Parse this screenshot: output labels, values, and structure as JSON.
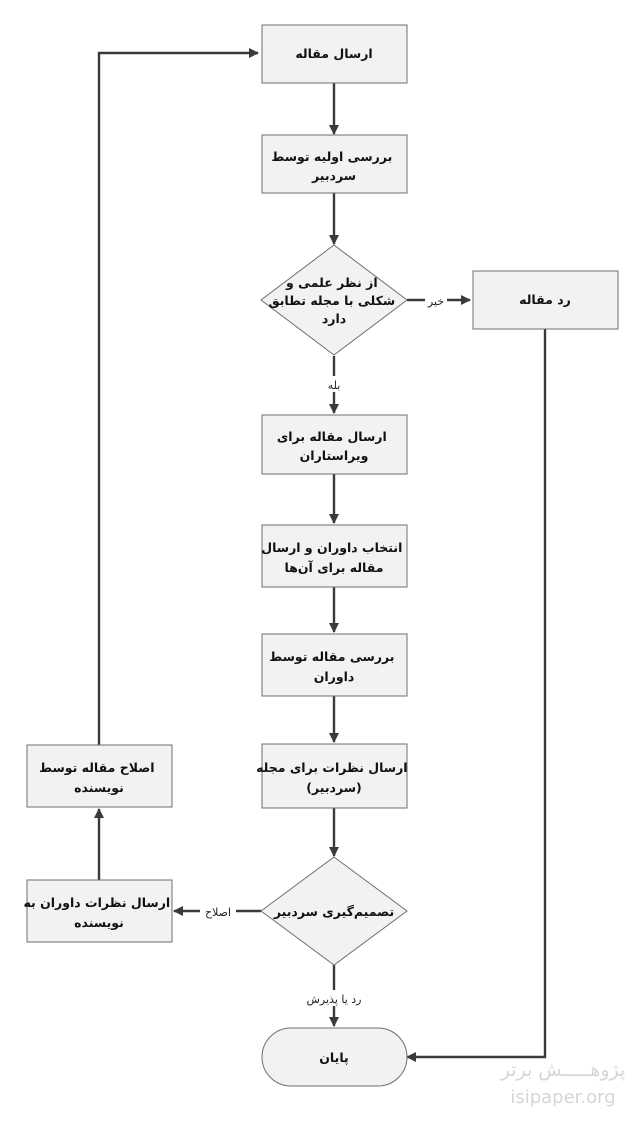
{
  "nodes": {
    "submit": {
      "lines": [
        "ارسال مقاله"
      ]
    },
    "initial_review": {
      "lines": [
        "بررسی اولیه توسط",
        "سردبیر"
      ]
    },
    "decision_match": {
      "lines": [
        "از نظر علمی و",
        "شکلی با مجله تطابق",
        "دارد"
      ]
    },
    "reject": {
      "lines": [
        "رد مقاله"
      ]
    },
    "send_editors": {
      "lines": [
        "ارسال مقاله برای",
        "ویراستاران"
      ]
    },
    "select_reviewers": {
      "lines": [
        "انتخاب داوران و ارسال",
        "مقاله برای آن‌ها"
      ]
    },
    "peer_review": {
      "lines": [
        "بررسی مقاله توسط",
        "داوران"
      ]
    },
    "send_comments": {
      "lines": [
        "ارسال نظرات برای مجله",
        "(سردبیر)"
      ]
    },
    "decision_final": {
      "lines": [
        "تصمیم‌گیری سردبیر"
      ]
    },
    "send_to_author": {
      "lines": [
        "ارسال نظرات داوران به",
        "نویسنده"
      ]
    },
    "author_revision": {
      "lines": [
        "اصلاح مقاله توسط",
        "نویسنده"
      ]
    },
    "end": {
      "lines": [
        "پایان"
      ]
    }
  },
  "edge_labels": {
    "no": "خیر",
    "yes": "بله",
    "revise": "اصلاح",
    "reject_or_accept": "رد یا پذیرش"
  },
  "watermark": {
    "line1": "پژوهـــــش برتر",
    "line2": "isipaper.org"
  },
  "colors": {
    "box_fill": "#f2f2f2",
    "box_stroke": "#6f6f6f",
    "line": "#3a3a3a"
  }
}
